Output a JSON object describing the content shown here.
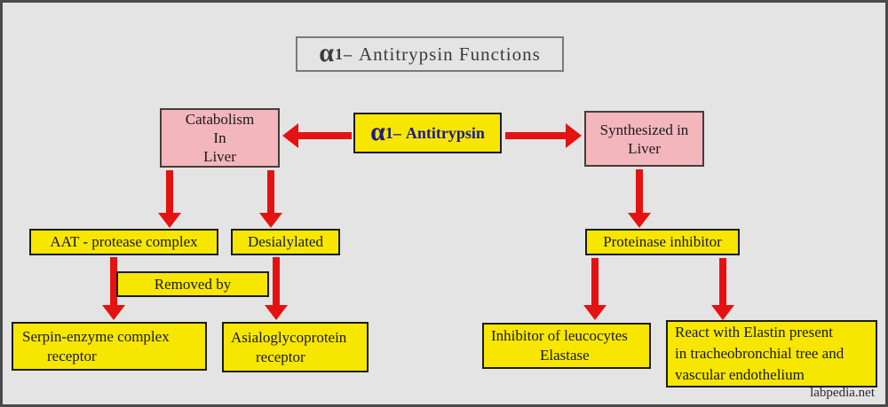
{
  "colors": {
    "background": "#e4e4e4",
    "frame_border": "#4a4a4a",
    "node_yellow": "#f7e600",
    "node_pink": "#f2b6bc",
    "arrow_red": "#e51212",
    "center_text_blue": "#1b1b8a"
  },
  "title": {
    "alpha": "α",
    "prefix": "1–",
    "text": "Antitrypsin Functions"
  },
  "center": {
    "alpha": "α",
    "prefix": "1–",
    "text": "Antitrypsin"
  },
  "nodes": {
    "catabolism": {
      "lines": [
        "Catabolism",
        "In",
        "Liver"
      ]
    },
    "synthesized": {
      "lines": [
        "Synthesized in",
        "Liver"
      ]
    },
    "aat_protease": {
      "label": "AAT - protease complex"
    },
    "desialylated": {
      "label": "Desialylated"
    },
    "proteinase": {
      "label": "Proteinase inhibitor"
    },
    "removed_by": {
      "label": "Removed by"
    },
    "serpin_receptor": {
      "lines": [
        "Serpin-enzyme complex",
        "receptor"
      ]
    },
    "asialo_receptor": {
      "lines": [
        "Asialoglycoprotein",
        "receptor"
      ]
    },
    "leucocyte_elastase": {
      "lines": [
        "Inhibitor of leucocytes",
        "Elastase"
      ]
    },
    "elastin_react": {
      "lines": [
        "React with Elastin present",
        "in tracheobronchial tree and",
        "vascular endothelium"
      ]
    }
  },
  "footer": {
    "watermark": "labpedia.net"
  }
}
